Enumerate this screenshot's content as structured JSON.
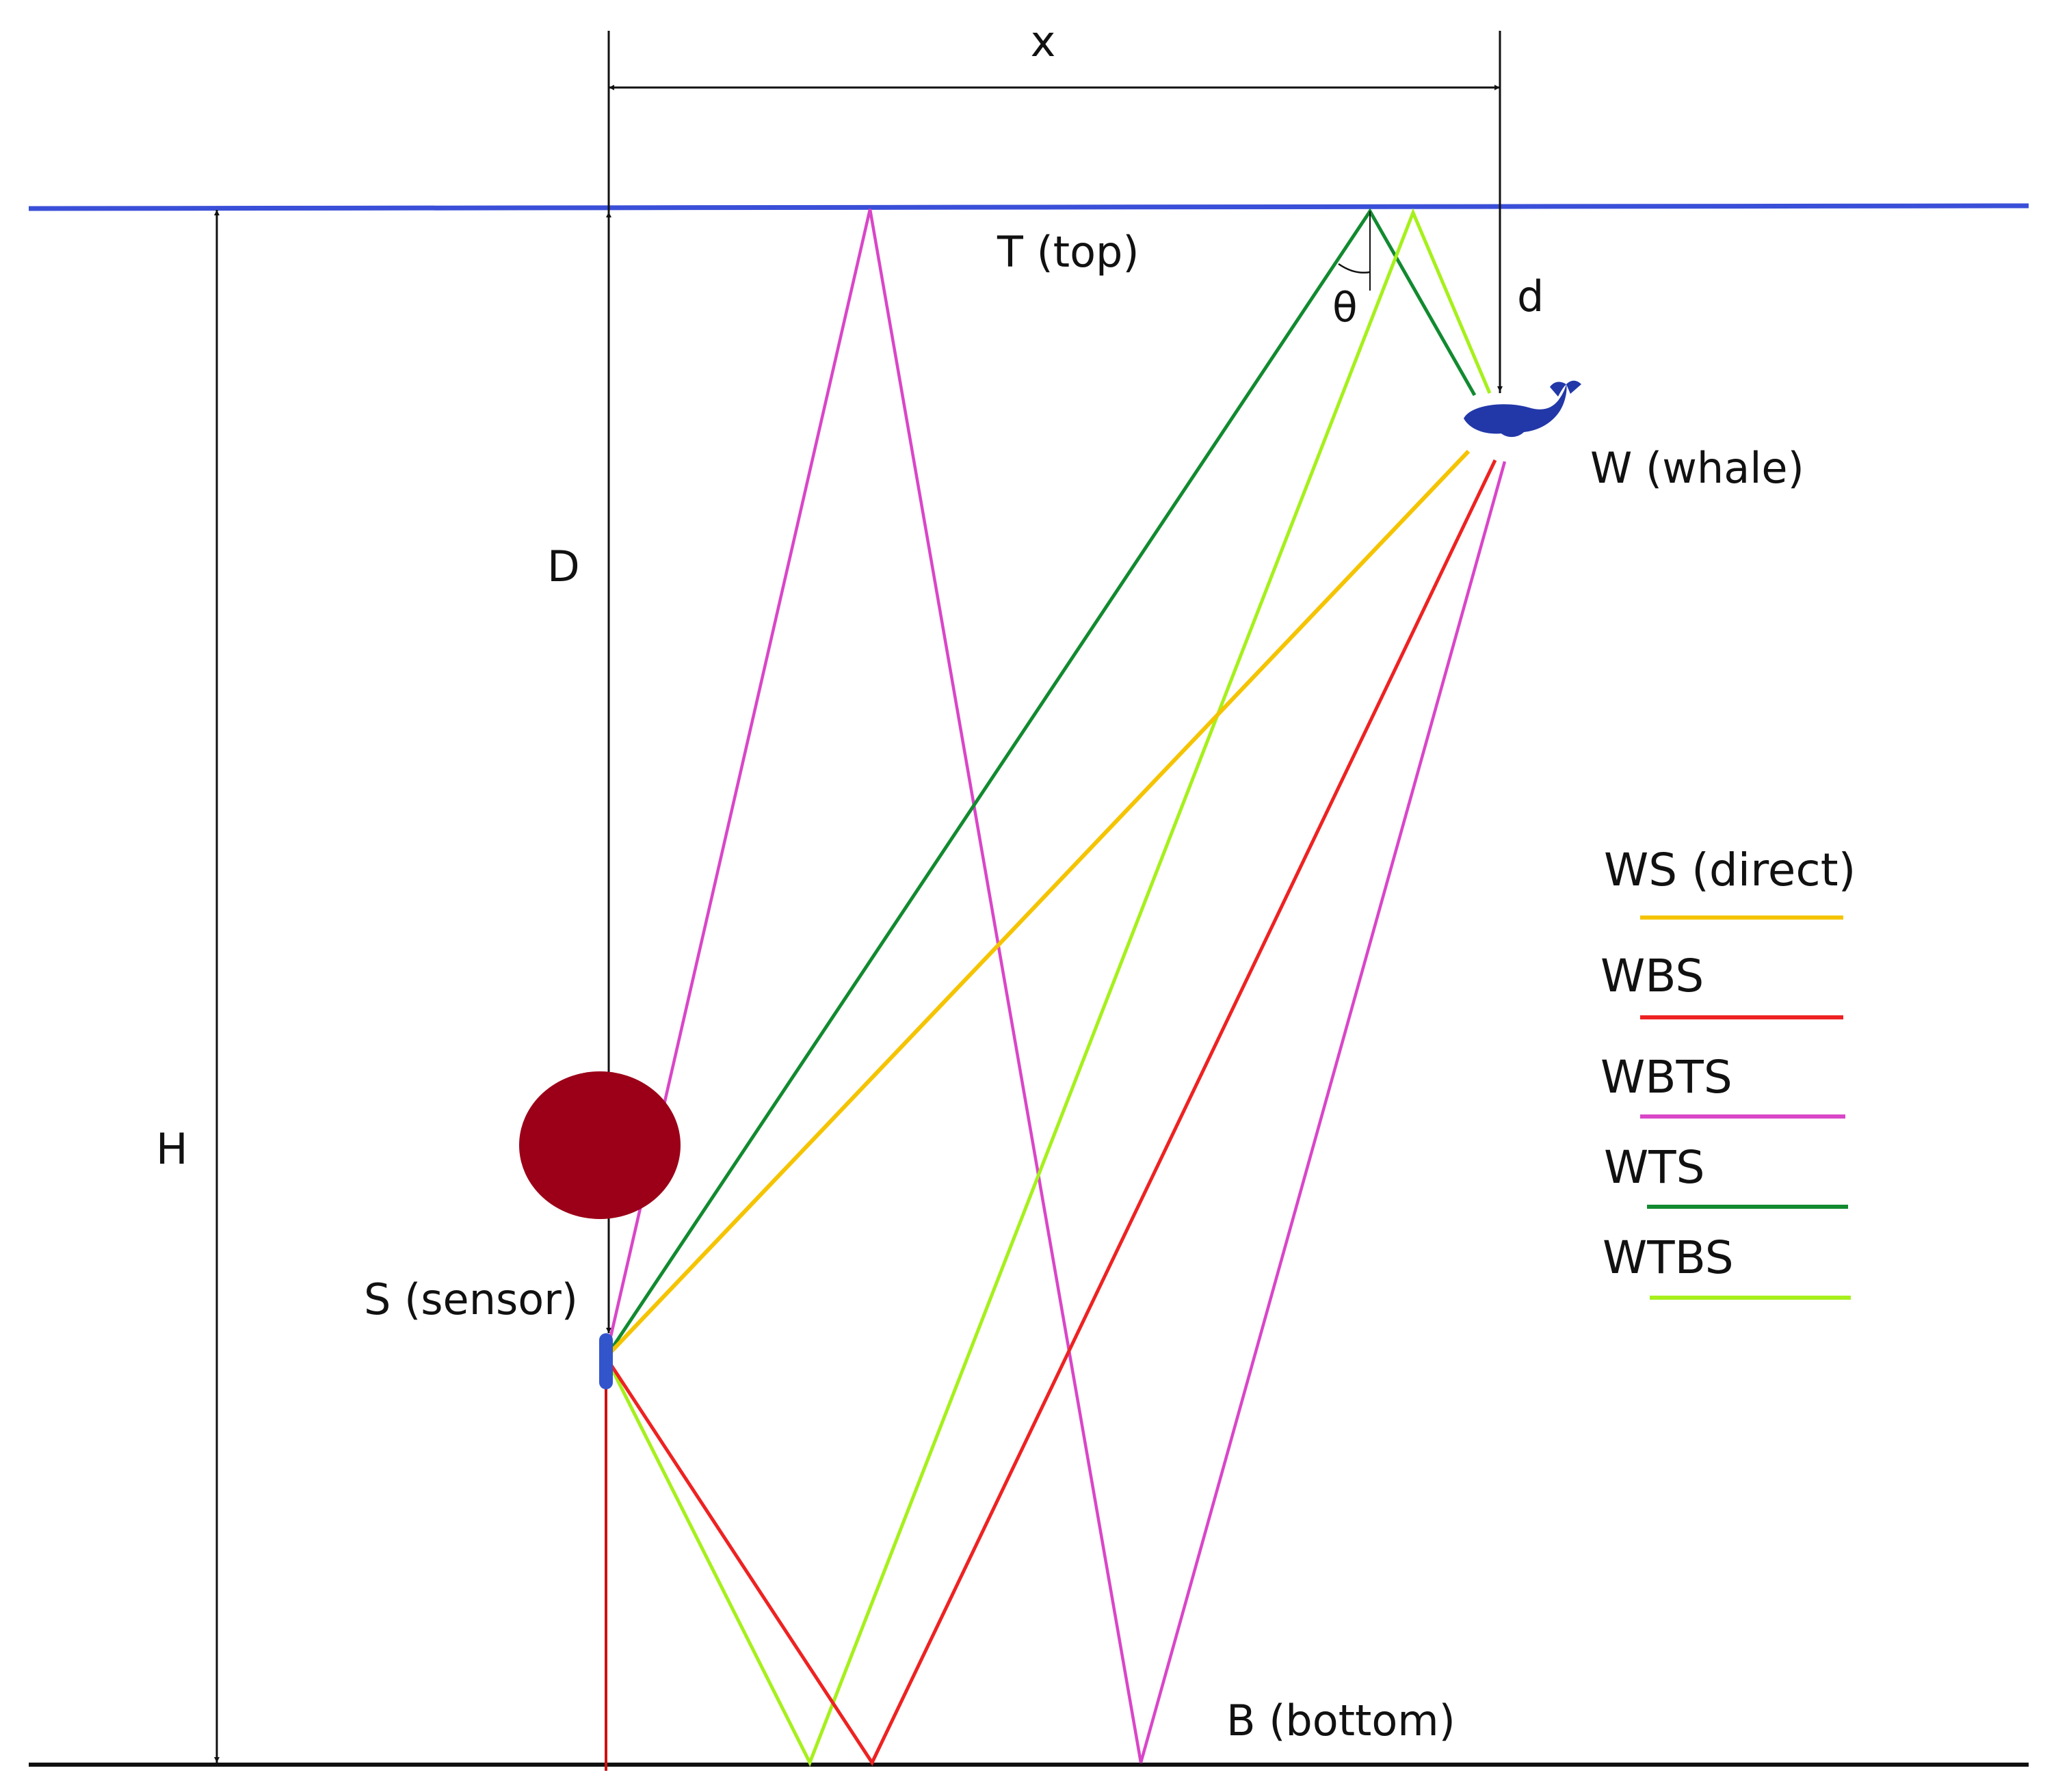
{
  "labels": {
    "x": "x",
    "top": "T (top)",
    "d": "d",
    "theta": "θ",
    "whale": "W (whale)",
    "D": "D",
    "H": "H",
    "sensor": "S (sensor)",
    "bottom": "B (bottom)"
  },
  "legend": [
    {
      "label": "WS (direct)",
      "color": "#f5c400"
    },
    {
      "label": "WBS",
      "color": "#ee2222"
    },
    {
      "label": "WBTS",
      "color": "#d946c8"
    },
    {
      "label": "WTS",
      "color": "#128a30"
    },
    {
      "label": "WTBS",
      "color": "#a6f01c"
    }
  ],
  "colors": {
    "surface": "#3a4fd8",
    "bottom": "#111111",
    "buoy": "#9b0018",
    "sensor": "#3355cc",
    "whale": "#2238a8",
    "mooring": "#cc1111"
  },
  "icons": {
    "whale": "whale-icon",
    "buoy": "buoy-float",
    "sensor": "sensor-icon"
  }
}
